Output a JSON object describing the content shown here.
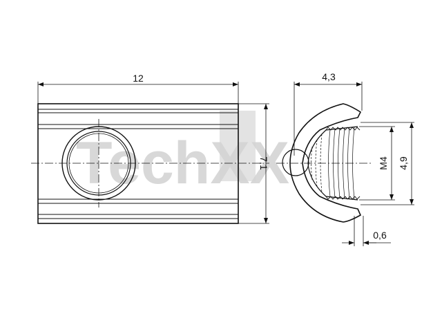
{
  "drawing": {
    "front_view": {
      "width_label": "12",
      "height_label": "7,1"
    },
    "side_view": {
      "width_label": "4,3",
      "thread_label": "M4",
      "height_label": "4,9",
      "offset_label": "0,6"
    },
    "watermark": {
      "text": "TechXX",
      "color": "#d4d4d4"
    },
    "colors": {
      "line": "#111111",
      "body_fill": "#ffffff"
    }
  }
}
